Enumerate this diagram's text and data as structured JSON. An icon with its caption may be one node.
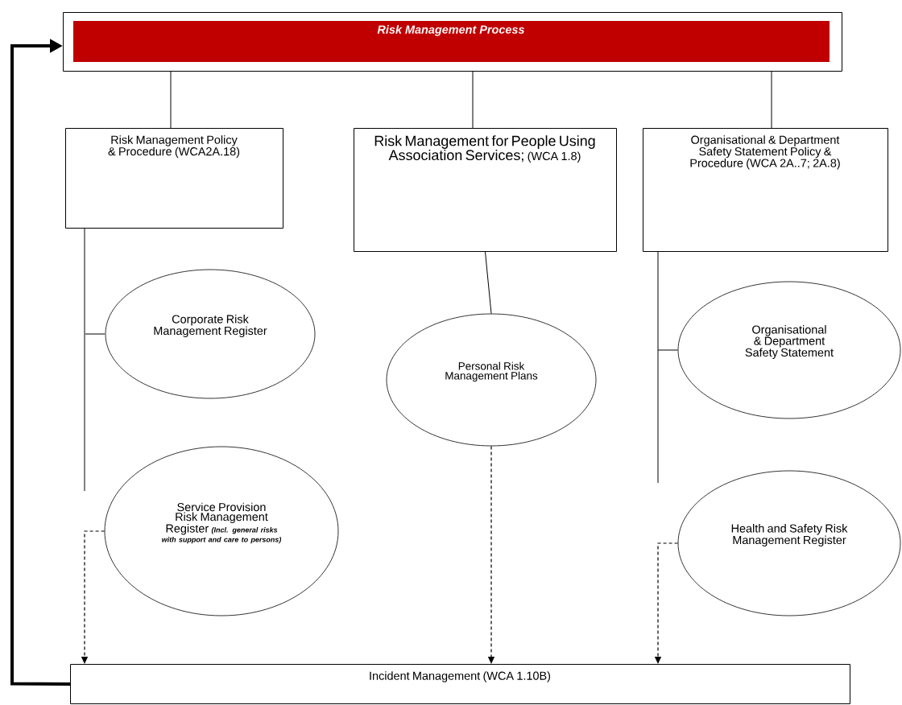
{
  "diagram": {
    "nodes": [
      {
        "text": [
          "Risk Management Process"
        ]
      },
      {
        "text": [
          "Risk Management Policy & Procedure (WCA2A.18)"
        ]
      },
      {
        "text": [
          "Risk Management for People Using Association Services;",
          "(WCA 1.8)"
        ]
      },
      {
        "text": [
          "Organisational & Department Safety Statement Policy & Procedure (WCA 2A..7; 2A.8)"
        ]
      },
      {
        "text": [
          "Corporate Risk Management Register"
        ]
      },
      {
        "text": [
          "Personal Risk Management Plans"
        ]
      },
      {
        "text": [
          "Organisational & Department Safety Statement"
        ]
      },
      {
        "text": [
          "Service Provision Risk Management Register",
          "(Incl. general risks with support and care to persons)"
        ]
      },
      {
        "text": [
          "Health and Safety Risk Management Register"
        ]
      },
      {
        "text": [
          "Incident Management (WCA 1.10B)"
        ]
      }
    ],
    "edges": [
      {
        "from": 0,
        "to": 1,
        "arrow": "none"
      },
      {
        "from": 0,
        "to": 2,
        "arrow": "none"
      },
      {
        "from": 0,
        "to": 3,
        "arrow": "none"
      },
      {
        "from": 1,
        "to": 4,
        "arrow": "none",
        "color": "#808080"
      },
      {
        "from": 2,
        "to": 5,
        "arrow": "none"
      },
      {
        "from": 3,
        "to": 6,
        "arrow": "none"
      },
      {
        "from": 7,
        "to": 9,
        "arrow": "to",
        "style": "dashed"
      },
      {
        "from": 5,
        "to": 9,
        "arrow": "to",
        "style": "dashed"
      },
      {
        "from": 8,
        "to": 9,
        "arrow": "to",
        "style": "dashed"
      },
      {
        "from": 9,
        "to": 0,
        "arrow": "to",
        "style": "thick"
      }
    ]
  }
}
